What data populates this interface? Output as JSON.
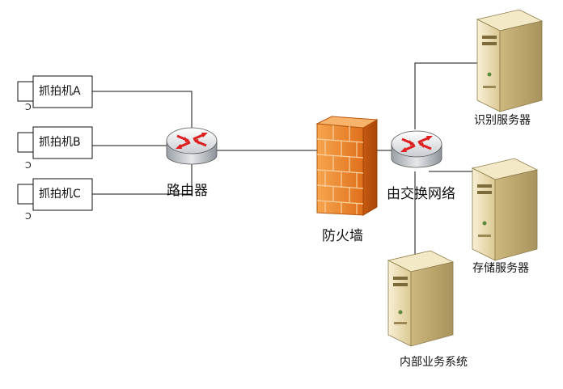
{
  "cameras": [
    {
      "label": "抓拍机A"
    },
    {
      "label": "抓拍机B"
    },
    {
      "label": "抓拍机C"
    }
  ],
  "router": {
    "label": "路由器",
    "icon": "router-icon"
  },
  "firewall": {
    "label": "防火墙",
    "icon": "firewall-icon"
  },
  "switch": {
    "label": "由交换网络",
    "icon": "switch-icon"
  },
  "servers": {
    "recognition": {
      "label": "识别服务器",
      "icon": "server-icon"
    },
    "storage": {
      "label": "存储服务器",
      "icon": "server-icon"
    },
    "internal": {
      "label": "内部业务系统",
      "icon": "server-icon"
    }
  },
  "colors": {
    "line": "#111111",
    "firewall": "#f08a2a",
    "router_red": "#dd1f1f",
    "server_body": "#efe3b8"
  }
}
